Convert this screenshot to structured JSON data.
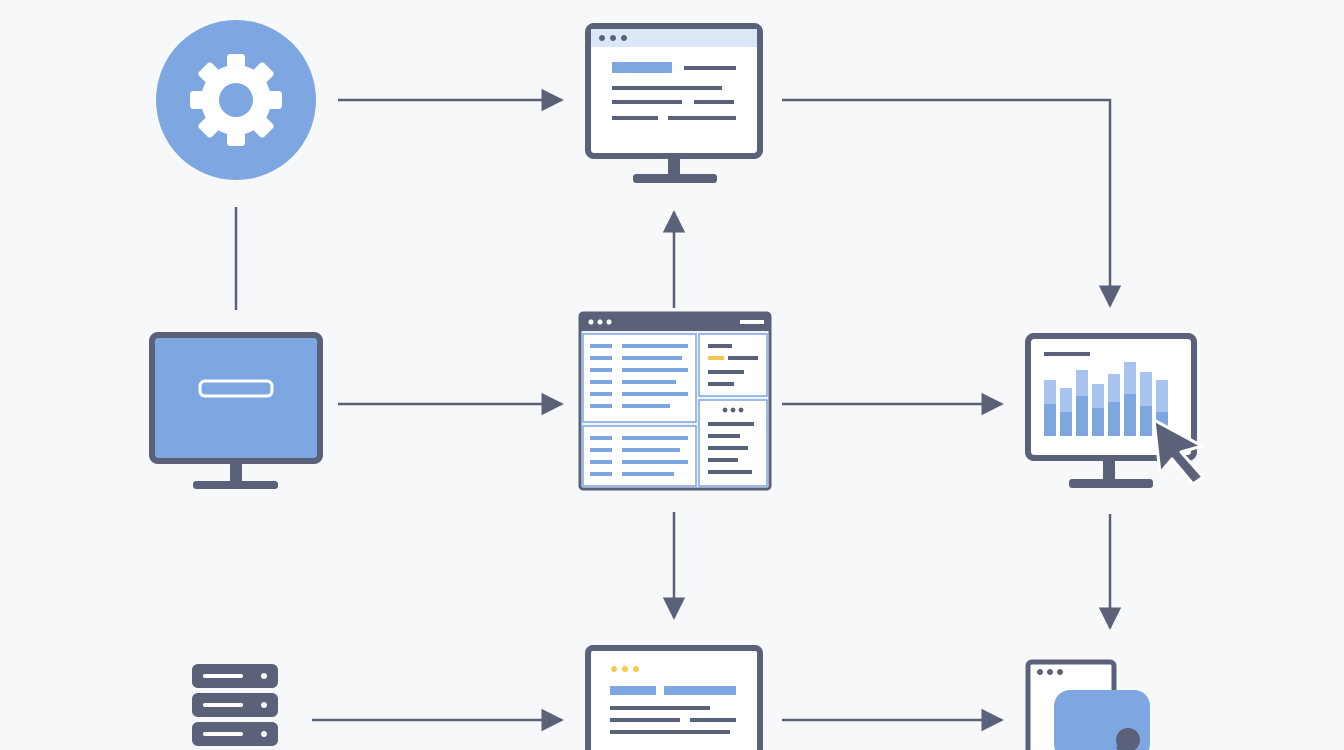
{
  "colors": {
    "background": "#f7f8fa",
    "stroke": "#5a6178",
    "accent_blue": "#7ea6e0",
    "light_blue": "#dbe6f6",
    "pale_panel": "#eef3fb",
    "screen_white": "#ffffff",
    "dot_yellow": "#f2c94c"
  },
  "nodes": [
    {
      "id": "settings",
      "icon": "gear-icon"
    },
    {
      "id": "monitor-login",
      "icon": "monitor-input-icon"
    },
    {
      "id": "server",
      "icon": "server-icon"
    },
    {
      "id": "monitor-top",
      "icon": "monitor-document-icon"
    },
    {
      "id": "dashboard",
      "icon": "dashboard-window-icon"
    },
    {
      "id": "document-bottom",
      "icon": "document-window-icon"
    },
    {
      "id": "monitor-chart",
      "icon": "monitor-bar-chart-icon"
    },
    {
      "id": "window-bottom-right",
      "icon": "window-search-icon"
    }
  ],
  "edges": [
    {
      "from": "settings",
      "to": "monitor-top",
      "arrow": true
    },
    {
      "from": "settings",
      "to": "monitor-login",
      "arrow": false
    },
    {
      "from": "monitor-login",
      "to": "dashboard",
      "arrow": true
    },
    {
      "from": "dashboard",
      "to": "monitor-top",
      "arrow": true
    },
    {
      "from": "dashboard",
      "to": "monitor-chart",
      "arrow": true
    },
    {
      "from": "dashboard",
      "to": "document-bottom",
      "arrow": true
    },
    {
      "from": "monitor-top",
      "to": "monitor-chart",
      "arrow": true
    },
    {
      "from": "server",
      "to": "document-bottom",
      "arrow": true
    },
    {
      "from": "document-bottom",
      "to": "window-bottom-right",
      "arrow": true
    },
    {
      "from": "monitor-chart",
      "to": "window-bottom-right",
      "arrow": true
    }
  ]
}
